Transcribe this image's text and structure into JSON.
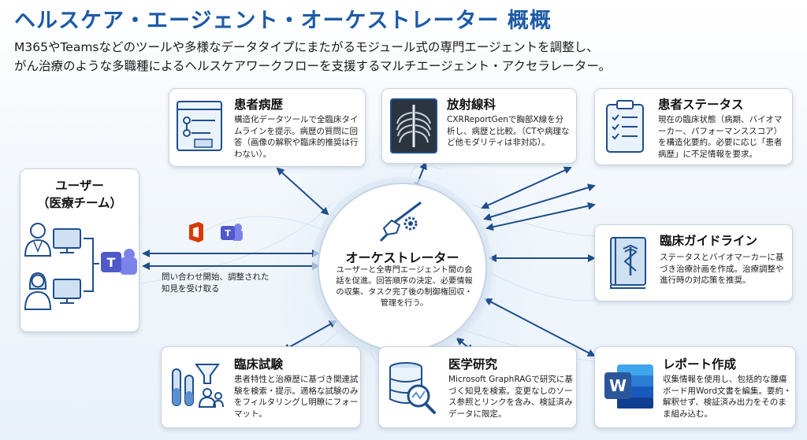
{
  "title": "ヘルスケア・エージェント・オーケストレーター 概概",
  "subtitle_line1": "M365やTeamsなどのツールや多様なデータタイプにまたがるモジュール式の専門エージェントを調整し、",
  "subtitle_line2": "がん治療のような多職種によるヘルスケアワークフローを支援するマルチエージェント・アクセラレーター。",
  "user": {
    "title_line1": "ユーザー",
    "title_line2": "（医療チーム）",
    "io_line1": "問い合わせ開始、調整された",
    "io_line2": "知見を受け取る"
  },
  "orchestrator": {
    "title": "オーケストレーター",
    "desc": "ユーザーと全専門エージェント間の会話を促進。回答順序の決定、必要情報の収集、タスク完了後の制御権回収・管理を行う。"
  },
  "agents": {
    "history": {
      "title": "患者病歴",
      "desc": "構造化データツールで全臨床タイムラインを提示。病歴の質問に回答（画像の解釈や臨床的推奨は行わない）。"
    },
    "radiology": {
      "title": "放射線科",
      "desc": "CXRReportGenで胸部X線を分析し、病歴と比較。（CTや病理など他モダリティは非対応）。"
    },
    "status": {
      "title": "患者ステータス",
      "desc": "現在の臨床状態（病期、バイオマーカー、パフォーマンススコア）を構造化要約。必要に応じ「患者病歴」に不足情報を要求。"
    },
    "guidelines": {
      "title": "臨床ガイドライン",
      "desc": "ステータスとバイオマーカーに基づき治療計画を作成。治療調整や進行時の対応策を推奨。"
    },
    "trials": {
      "title": "臨床試験",
      "desc": "患者特性と治療歴に基づき関連試験を検索・提示。適格な試験のみをフィルタリングし明瞭にフォーマット。"
    },
    "research": {
      "title": "医学研究",
      "desc": "Microsoft GraphRAGで研究に基づく知見を検索。変更なしのソース参照とリンクを含み、検証済みデータに限定。"
    },
    "report": {
      "title": "レポート作成",
      "desc": "収集情報を使用し、包括的な腫瘍ボード用Word文書を編集。要約・解釈せず、検証済み出力をそのまま組み込む。"
    }
  },
  "colors": {
    "title": "#1d5aa6",
    "accent": "#1e4f8c",
    "teams": "#5059c9",
    "word": "#2b579a",
    "office": "#d83b01"
  }
}
